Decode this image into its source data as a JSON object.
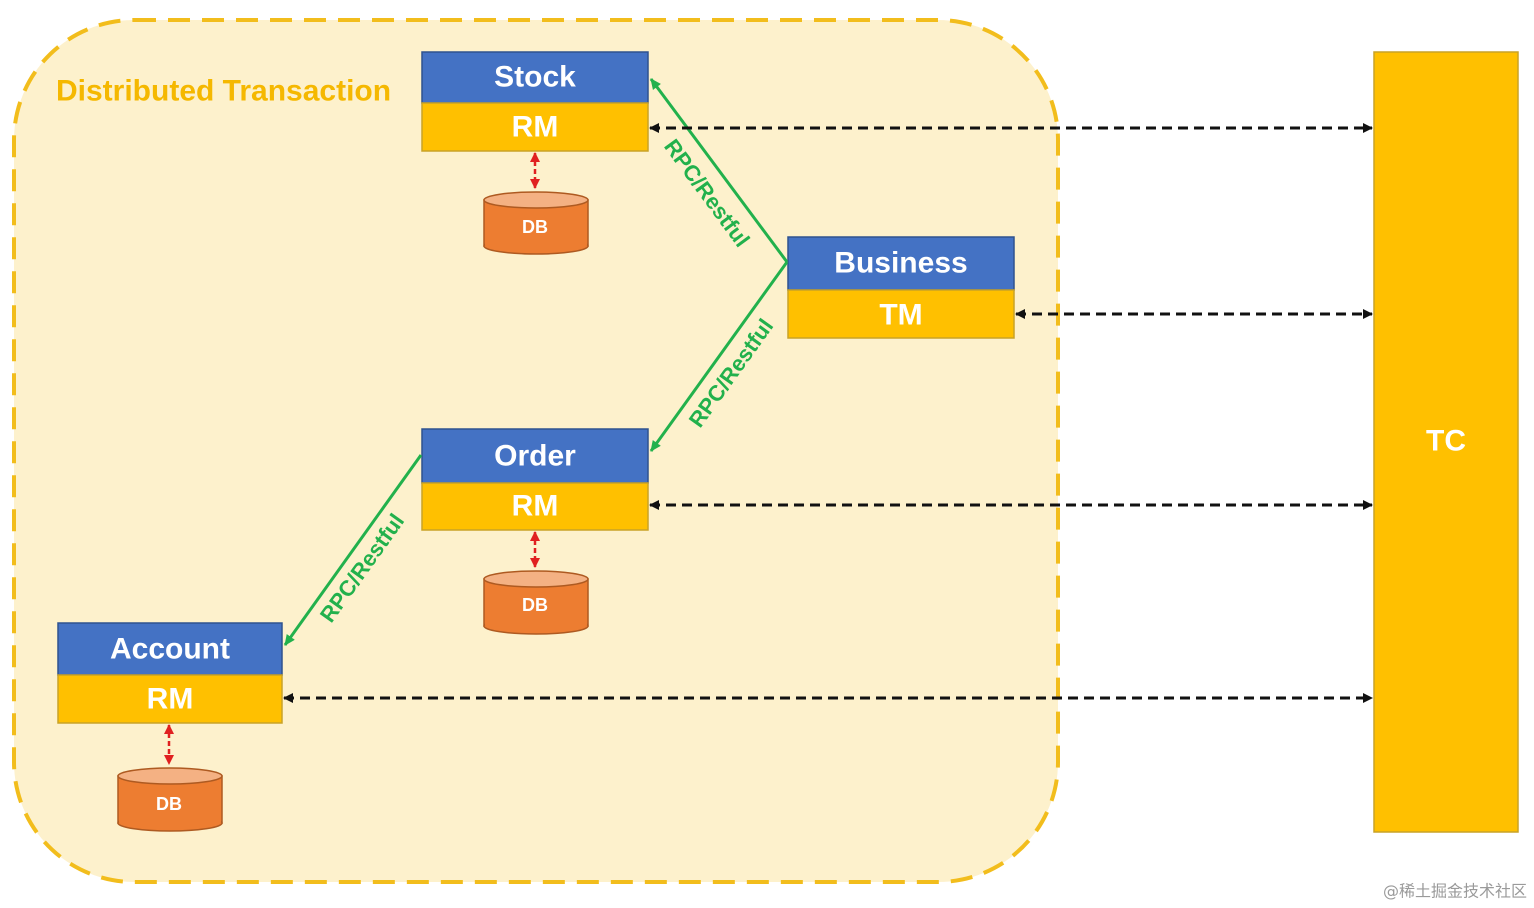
{
  "diagram": {
    "region_label": "Distributed Transaction",
    "services": {
      "stock": {
        "name": "Stock",
        "role": "RM"
      },
      "business": {
        "name": "Business",
        "role": "TM"
      },
      "order": {
        "name": "Order",
        "role": "RM"
      },
      "account": {
        "name": "Account",
        "role": "RM"
      }
    },
    "db_label": "DB",
    "rpc_label": "RPC/Restful",
    "coordinator": "TC",
    "colors": {
      "service_header": "#4472c4",
      "role_band": "#ffc000",
      "region_fill": "#fdf1cc",
      "region_border": "#f2bd1c",
      "database": "#ed7d31",
      "rpc_arrow": "#22b14c",
      "db_link": "#e02020"
    }
  },
  "watermark": "@稀土掘金技术社区"
}
